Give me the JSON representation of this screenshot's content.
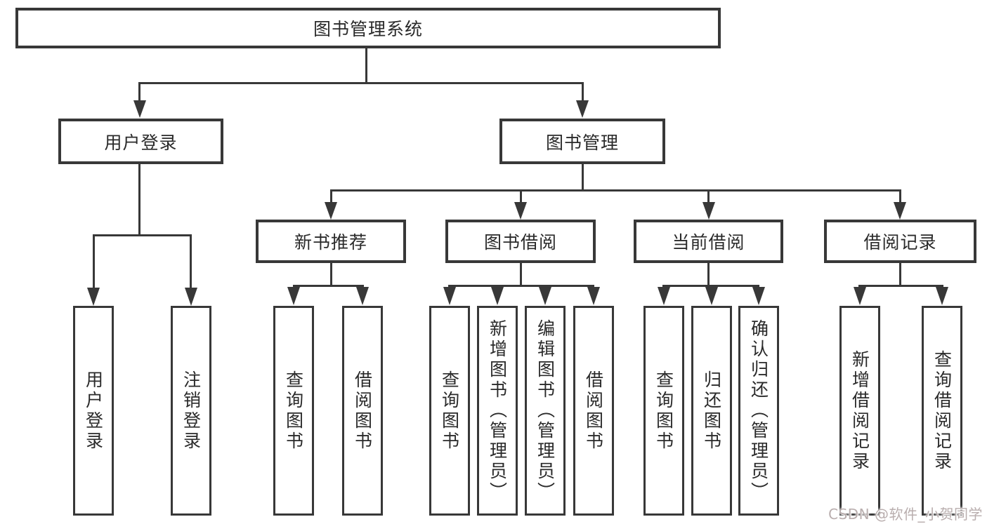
{
  "diagram": {
    "root": {
      "label": "图书管理系统"
    },
    "branches": [
      {
        "label": "用户登录",
        "children": [
          {
            "label": "用户登录"
          },
          {
            "label": "注销登录"
          }
        ]
      },
      {
        "label": "图书管理",
        "children": [
          {
            "label": "新书推荐",
            "children": [
              {
                "label": "查询图书"
              },
              {
                "label": "借阅图书"
              }
            ]
          },
          {
            "label": "图书借阅",
            "children": [
              {
                "label": "查询图书"
              },
              {
                "label": "新增图书（管理员）"
              },
              {
                "label": "编辑图书（管理员）"
              },
              {
                "label": "借阅图书"
              }
            ]
          },
          {
            "label": "当前借阅",
            "children": [
              {
                "label": "查询图书"
              },
              {
                "label": "归还图书"
              },
              {
                "label": "确认归还（管理员）"
              }
            ]
          },
          {
            "label": "借阅记录",
            "children": [
              {
                "label": "新增借阅记录"
              },
              {
                "label": "查询借阅记录"
              }
            ]
          }
        ]
      }
    ]
  },
  "watermark": {
    "text": "CSDN @软件_小贺同学"
  },
  "colors": {
    "line": "#383838",
    "text": "#2a2a2a",
    "background": "#ffffff",
    "watermark": "#b9aeae"
  }
}
